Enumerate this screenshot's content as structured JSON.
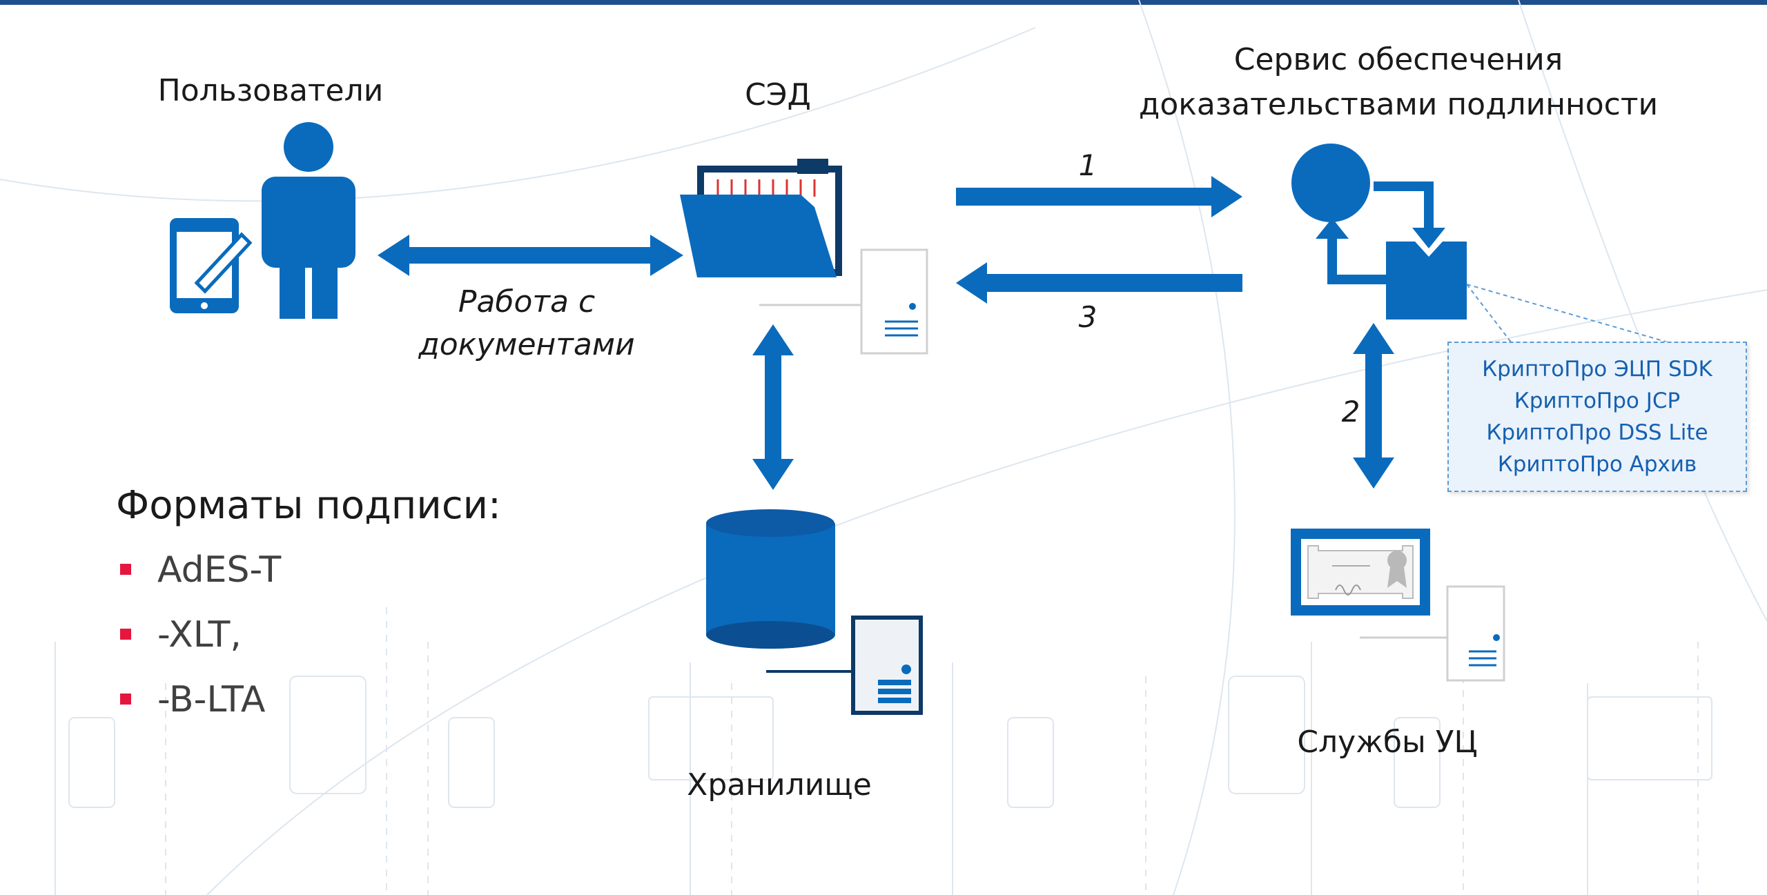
{
  "labels": {
    "users": "Пользователи",
    "sed": "СЭД",
    "service_line1": "Сервис обеспечения",
    "service_line2": "доказательствами подлинности",
    "work_line1": "Работа с",
    "work_line2": "документами",
    "storage": "Хранилище",
    "ca_services": "Службы УЦ"
  },
  "steps": {
    "one": "1",
    "two": "2",
    "three": "3"
  },
  "products": [
    "КриптоПро ЭЦП SDK",
    "КриптоПро JCP",
    "КриптоПро DSS Lite",
    "КриптоПро Архив"
  ],
  "formats": {
    "title": "Форматы подписи:",
    "items": [
      "AdES-T",
      "-XLT,",
      "-B-LTA"
    ]
  },
  "colors": {
    "primary": "#0a6bbd",
    "header_bar": "#1f4e8c",
    "bullet": "#e5173f",
    "box_text": "#1560b0"
  },
  "icons": [
    "tablet-icon",
    "user-icon",
    "folder-icon",
    "server-icon",
    "database-icon",
    "cycle-process-icon",
    "certificate-icon"
  ]
}
